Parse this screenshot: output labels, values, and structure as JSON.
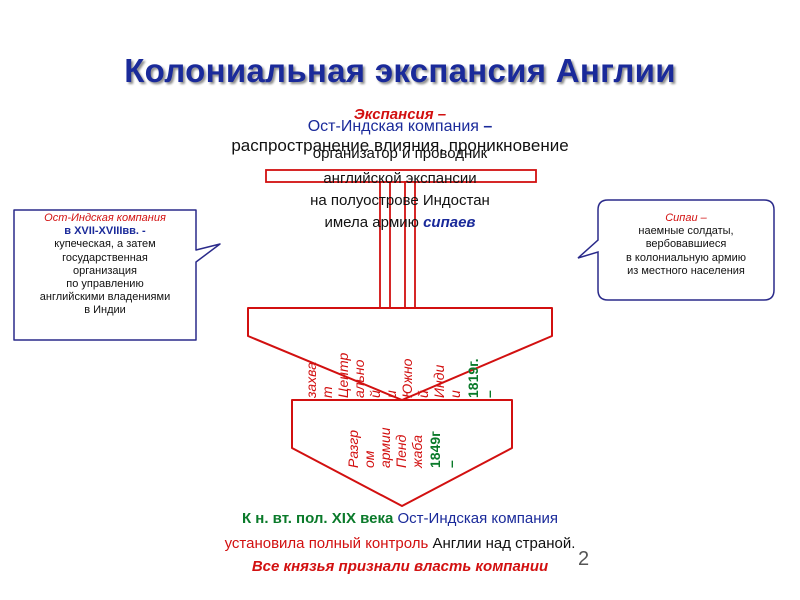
{
  "title": "Колониальная экспансия Англии",
  "expansion": {
    "term": "Экспансия –",
    "definition": "распространение влияния, проникновение"
  },
  "company": {
    "name": "Ост-Индская компания",
    "dash": " –",
    "line2": "организатор и проводник",
    "line3": "английской экспансии",
    "line4": "на полуострове Индостан",
    "line5_prefix": "имела армию ",
    "line5_highlight": "сипаев"
  },
  "left_callout": {
    "title": "Ост-Индская компания",
    "period": "в XVII-XVIIIвв. -",
    "lines": [
      "купеческая, а затем",
      "государственная",
      "организация",
      "по управлению",
      "английскими владениями",
      "в Индии"
    ]
  },
  "right_callout": {
    "title": "Сипаи –",
    "lines": [
      "наемные солдаты,",
      "вербовавшиеся",
      "в колониальную армию",
      "из местного населения"
    ]
  },
  "event1": {
    "year": "1819г.\n–",
    "text": "захва\nт\nЦентр\nально\nй\nи\nЮжно\nй\nИнди\nи"
  },
  "event2": {
    "year": "1849г\n–",
    "text": "Разгр\nом\nармии\nПенд\nжаба"
  },
  "bottom": {
    "line1_prefix": "К н. вт. пол. XIX века",
    "line1_suffix": " Ост-Индская компания",
    "line2_prefix": "установила полный контроль",
    "line2_suffix": " Англии над страной.",
    "line3": "Все князья признали власть компании"
  },
  "page_number": "2",
  "colors": {
    "blue": "#1a2a9a",
    "red": "#d21010",
    "green": "#0a7a2a",
    "callout_border": "#2a2a8a"
  }
}
